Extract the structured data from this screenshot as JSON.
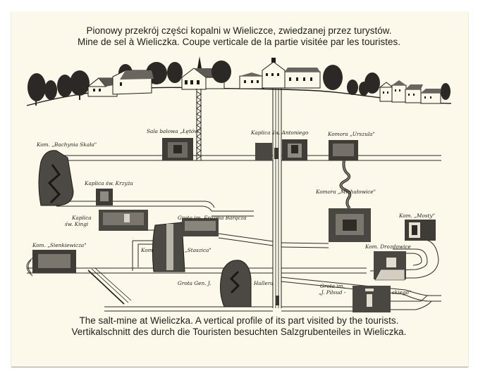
{
  "title": {
    "polish": "Pionowy przekrój części kopalni w Wieliczce, zwiedzanej przez turystów.",
    "french": "Mine de sel à Wieliczka. Coupe verticale de la partie visitée par les touristes."
  },
  "caption": {
    "english": "The salt-mine at Wieliczka. A vertical profile of its part visited by the tourists.",
    "german": "Vertikalschnitt des durch die Touristen besuchten Salzgrubenteiles in Wieliczka."
  },
  "surface": {
    "scene": "village-skyline",
    "elements": [
      "trees",
      "houses",
      "church-with-steeple",
      "shaft-headframe-building",
      "row-houses"
    ]
  },
  "shafts": [
    {
      "name": "ladder-shaft",
      "style": "lattice"
    },
    {
      "name": "main-shaft",
      "style": "double-line"
    }
  ],
  "chambers": [
    {
      "id": "bachynia",
      "label": "Kom. „Bachynia Skała\"",
      "level": 1
    },
    {
      "id": "letow",
      "label": "Sala balowa „Łętów\"",
      "level": 1
    },
    {
      "id": "antoniego",
      "label": "Kaplica św. Antoniego",
      "level": 1
    },
    {
      "id": "urszula",
      "label": "Komora „Urszula\"",
      "level": 1
    },
    {
      "id": "krzyza",
      "label": "Kaplica św. Krzyża",
      "level": 2
    },
    {
      "id": "michalowice",
      "label": "Komora „Michałowice\"",
      "level": 2
    },
    {
      "id": "kingi",
      "label_line1": "Kaplica",
      "label_line2": "św. Kingi",
      "level": 3
    },
    {
      "id": "baracza",
      "label": "Grota im. Erazma Barącza",
      "level": 3
    },
    {
      "id": "mosty",
      "label": "Kom. „Mosty\"",
      "level": 3
    },
    {
      "id": "sienkiewicza",
      "label": "Kom. „Sienkiewicza\"",
      "level": 4
    },
    {
      "id": "staszica",
      "label_left": "Kom.",
      "label_right": "„Staszica\"",
      "level": 4
    },
    {
      "id": "drozdowice",
      "label": "Kom. Drozdowice",
      "level": 4
    },
    {
      "id": "hallera",
      "label_left": "Grota Gen. J.",
      "label_right": "Hallera",
      "level": 5
    },
    {
      "id": "pilsudskiego",
      "label_line1": "Grota im.",
      "label_line2": "„J. Piłsud -",
      "label_right": "skiego\"",
      "level": 5
    }
  ],
  "colors": {
    "paper": "#fcf9ea",
    "ink": "#1f1d1a",
    "background": "#ffffff"
  }
}
